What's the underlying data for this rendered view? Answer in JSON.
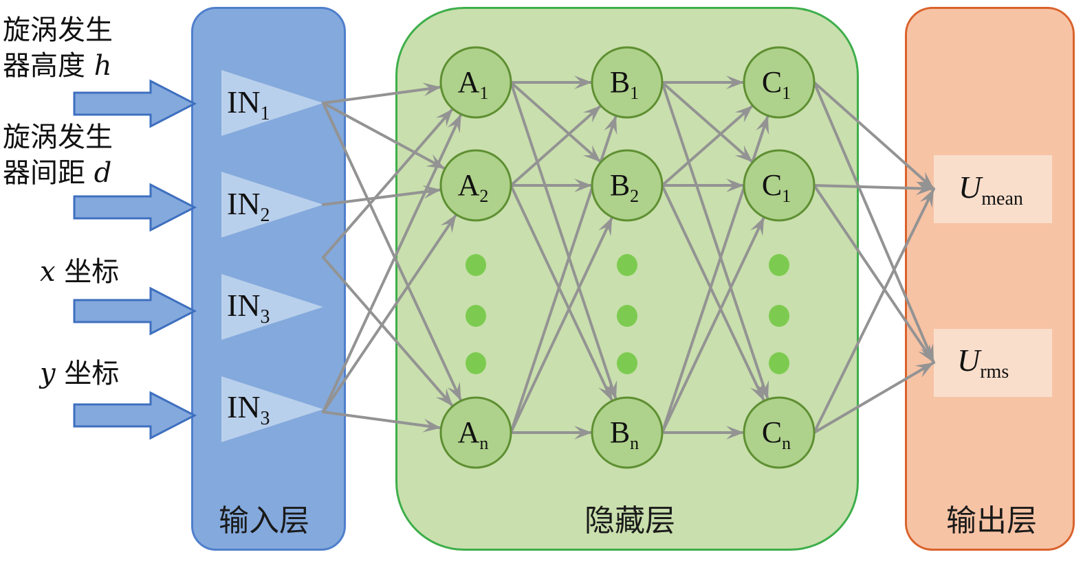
{
  "inputs": [
    {
      "label_line1": "旋涡发生",
      "label_line2": "器高度",
      "variable": "h",
      "node_main": "IN",
      "node_sub": "1"
    },
    {
      "label_line1": "旋涡发生",
      "label_line2": "器间距",
      "variable": "d",
      "node_main": "IN",
      "node_sub": "2"
    },
    {
      "label_line1": "",
      "label_line2": "坐标",
      "variable": "x",
      "node_main": "IN",
      "node_sub": "3"
    },
    {
      "label_line1": "",
      "label_line2": "坐标",
      "variable": "y",
      "node_main": "IN",
      "node_sub": "3"
    }
  ],
  "layers": {
    "input": {
      "label": "输入层"
    },
    "hidden": {
      "label": "隐藏层"
    },
    "output": {
      "label": "输出层"
    }
  },
  "hidden_columns": [
    {
      "letter": "A",
      "nodes": [
        "1",
        "2",
        "n"
      ]
    },
    {
      "letter": "B",
      "nodes": [
        "1",
        "2",
        "n"
      ]
    },
    {
      "letter": "C",
      "nodes": [
        "1",
        "1",
        "n"
      ]
    }
  ],
  "outputs": [
    {
      "main": "U",
      "sub": "mean"
    },
    {
      "main": "U",
      "sub": "rms"
    }
  ],
  "colors": {
    "input_fill": "#84A9DC",
    "input_border": "#4F7FCB",
    "hidden_fill": "#C9DFAD",
    "hidden_border": "#3DAE4A",
    "output_fill": "#F7C3A5",
    "output_border": "#D9622B",
    "node_fill": "#AED18B",
    "node_border": "#5E8F32",
    "ellipsis_dot": "#7CCB50",
    "edge": "#939393",
    "output_box": "#F9DECC",
    "triangle": "#B9D0EC"
  }
}
